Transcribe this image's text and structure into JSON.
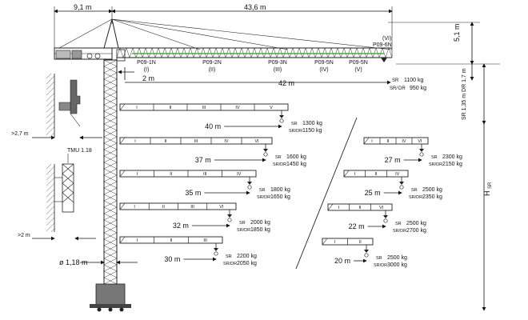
{
  "top_dimensions": {
    "counter_jib": "9,1 m",
    "jib": "43,6 m"
  },
  "right_dimensions": {
    "height_top": "5,1 m",
    "sr_dr": "SR 1,35 m  DR 1,7 m",
    "h_label": "H",
    "h_sub": "SR"
  },
  "main_jib": {
    "sections": [
      {
        "code": "P09-1N",
        "roman": "(I)"
      },
      {
        "code": "P09-2N",
        "roman": "(II)"
      },
      {
        "code": "P09-3N",
        "roman": "(III)"
      },
      {
        "code": "P09-5N",
        "roman": "(IV)"
      },
      {
        "code": "P09-5N",
        "roman": "(V)"
      }
    ],
    "tip_roman": "(VI)",
    "tip_code": "P09-6N",
    "offset": "2 m",
    "radius": "42 m",
    "load_sr": "1100 kg",
    "load_dr": "950 kg"
  },
  "labels": {
    "sr": "SR",
    "dr": "DR",
    "sr_prefix": "SR/",
    "tmu": "TMU 1.18",
    "clear_top": ">2,7 m",
    "clear_bottom": ">2 m",
    "mast": "ø 1,18 m"
  },
  "configs": [
    {
      "radius": "40 m",
      "sr": "1300 kg",
      "dr": "1150 kg",
      "romans": [
        "I",
        "II",
        "III",
        "IV",
        "V"
      ]
    },
    {
      "radius": "37 m",
      "sr": "1600 kg",
      "dr": "1450 kg",
      "romans": [
        "I",
        "II",
        "III",
        "IV",
        "VI"
      ]
    },
    {
      "radius": "35 m",
      "sr": "1800 kg",
      "dr": "1650 kg",
      "romans": [
        "I",
        "II",
        "III",
        "IV"
      ]
    },
    {
      "radius": "32 m",
      "sr": "2000 kg",
      "dr": "1850 kg",
      "romans": [
        "I",
        "II",
        "III",
        "VI"
      ]
    },
    {
      "radius": "30 m",
      "sr": "2200 kg",
      "dr": "2050 kg",
      "romans": [
        "I",
        "II",
        "III"
      ]
    },
    {
      "radius": "27 m",
      "sr": "2300 kg",
      "dr": "2150 kg",
      "romans": [
        "I",
        "II",
        "IV",
        "VI"
      ]
    },
    {
      "radius": "25 m",
      "sr": "2500 kg",
      "dr": "2350 kg",
      "romans": [
        "I",
        "II",
        "IV"
      ]
    },
    {
      "radius": "22 m",
      "sr": "2500 kg",
      "dr": "2700 kg",
      "romans": [
        "I",
        "II",
        "VI"
      ]
    },
    {
      "radius": "20 m",
      "sr": "2500 kg",
      "dr": "3000 kg",
      "romans": [
        "I",
        "II"
      ]
    }
  ]
}
